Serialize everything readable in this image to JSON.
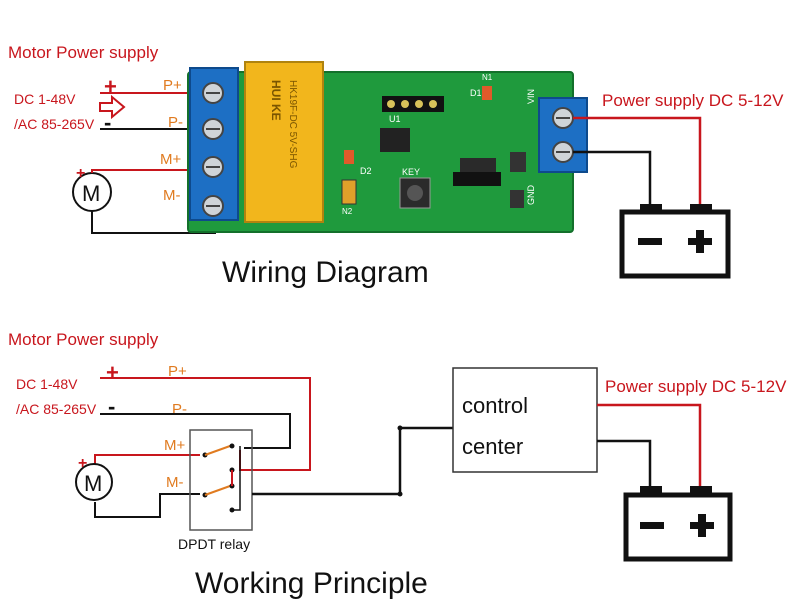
{
  "wiring": {
    "motor_supply_title": "Motor Power supply",
    "supply_line1": "DC 1-48V",
    "supply_line2": "/AC 85-265V",
    "plus_sign": "+",
    "minus_sign": "-",
    "terminal_labels": [
      "P+",
      "P-",
      "M+",
      "M-"
    ],
    "motor_symbol": "M",
    "power_supply_label": "Power supply DC 5-12V",
    "relay_text_1": "HUI KE",
    "relay_text_2": "HK19F-DC 5V-SHG",
    "board_key_label": "KEY",
    "board_d1": "D1",
    "board_d2": "D2",
    "board_n1": "N1",
    "board_n2": "N2",
    "board_u1": "U1",
    "board_gnd": "GND",
    "board_vin": "VIN",
    "caption": "Wiring Diagram"
  },
  "principle": {
    "motor_supply_title": "Motor Power supply",
    "supply_line1": "DC 1-48V",
    "supply_line2": "/AC 85-265V",
    "plus_sign": "+",
    "minus_sign": "-",
    "terminal_labels": [
      "P+",
      "P-",
      "M+",
      "M-"
    ],
    "motor_symbol": "M",
    "relay_label": "DPDT relay",
    "control_line1": "control",
    "control_line2": "center",
    "power_supply_label": "Power supply DC 5-12V",
    "caption": "Working Principle"
  },
  "battery": {
    "minus": "−",
    "plus": "+"
  },
  "colors": {
    "red": "#c8161d",
    "orange": "#e07b20",
    "pcb_green": "#1f9a3d",
    "terminal_blue": "#1d6fc4",
    "relay_yellow": "#f2b61c"
  }
}
